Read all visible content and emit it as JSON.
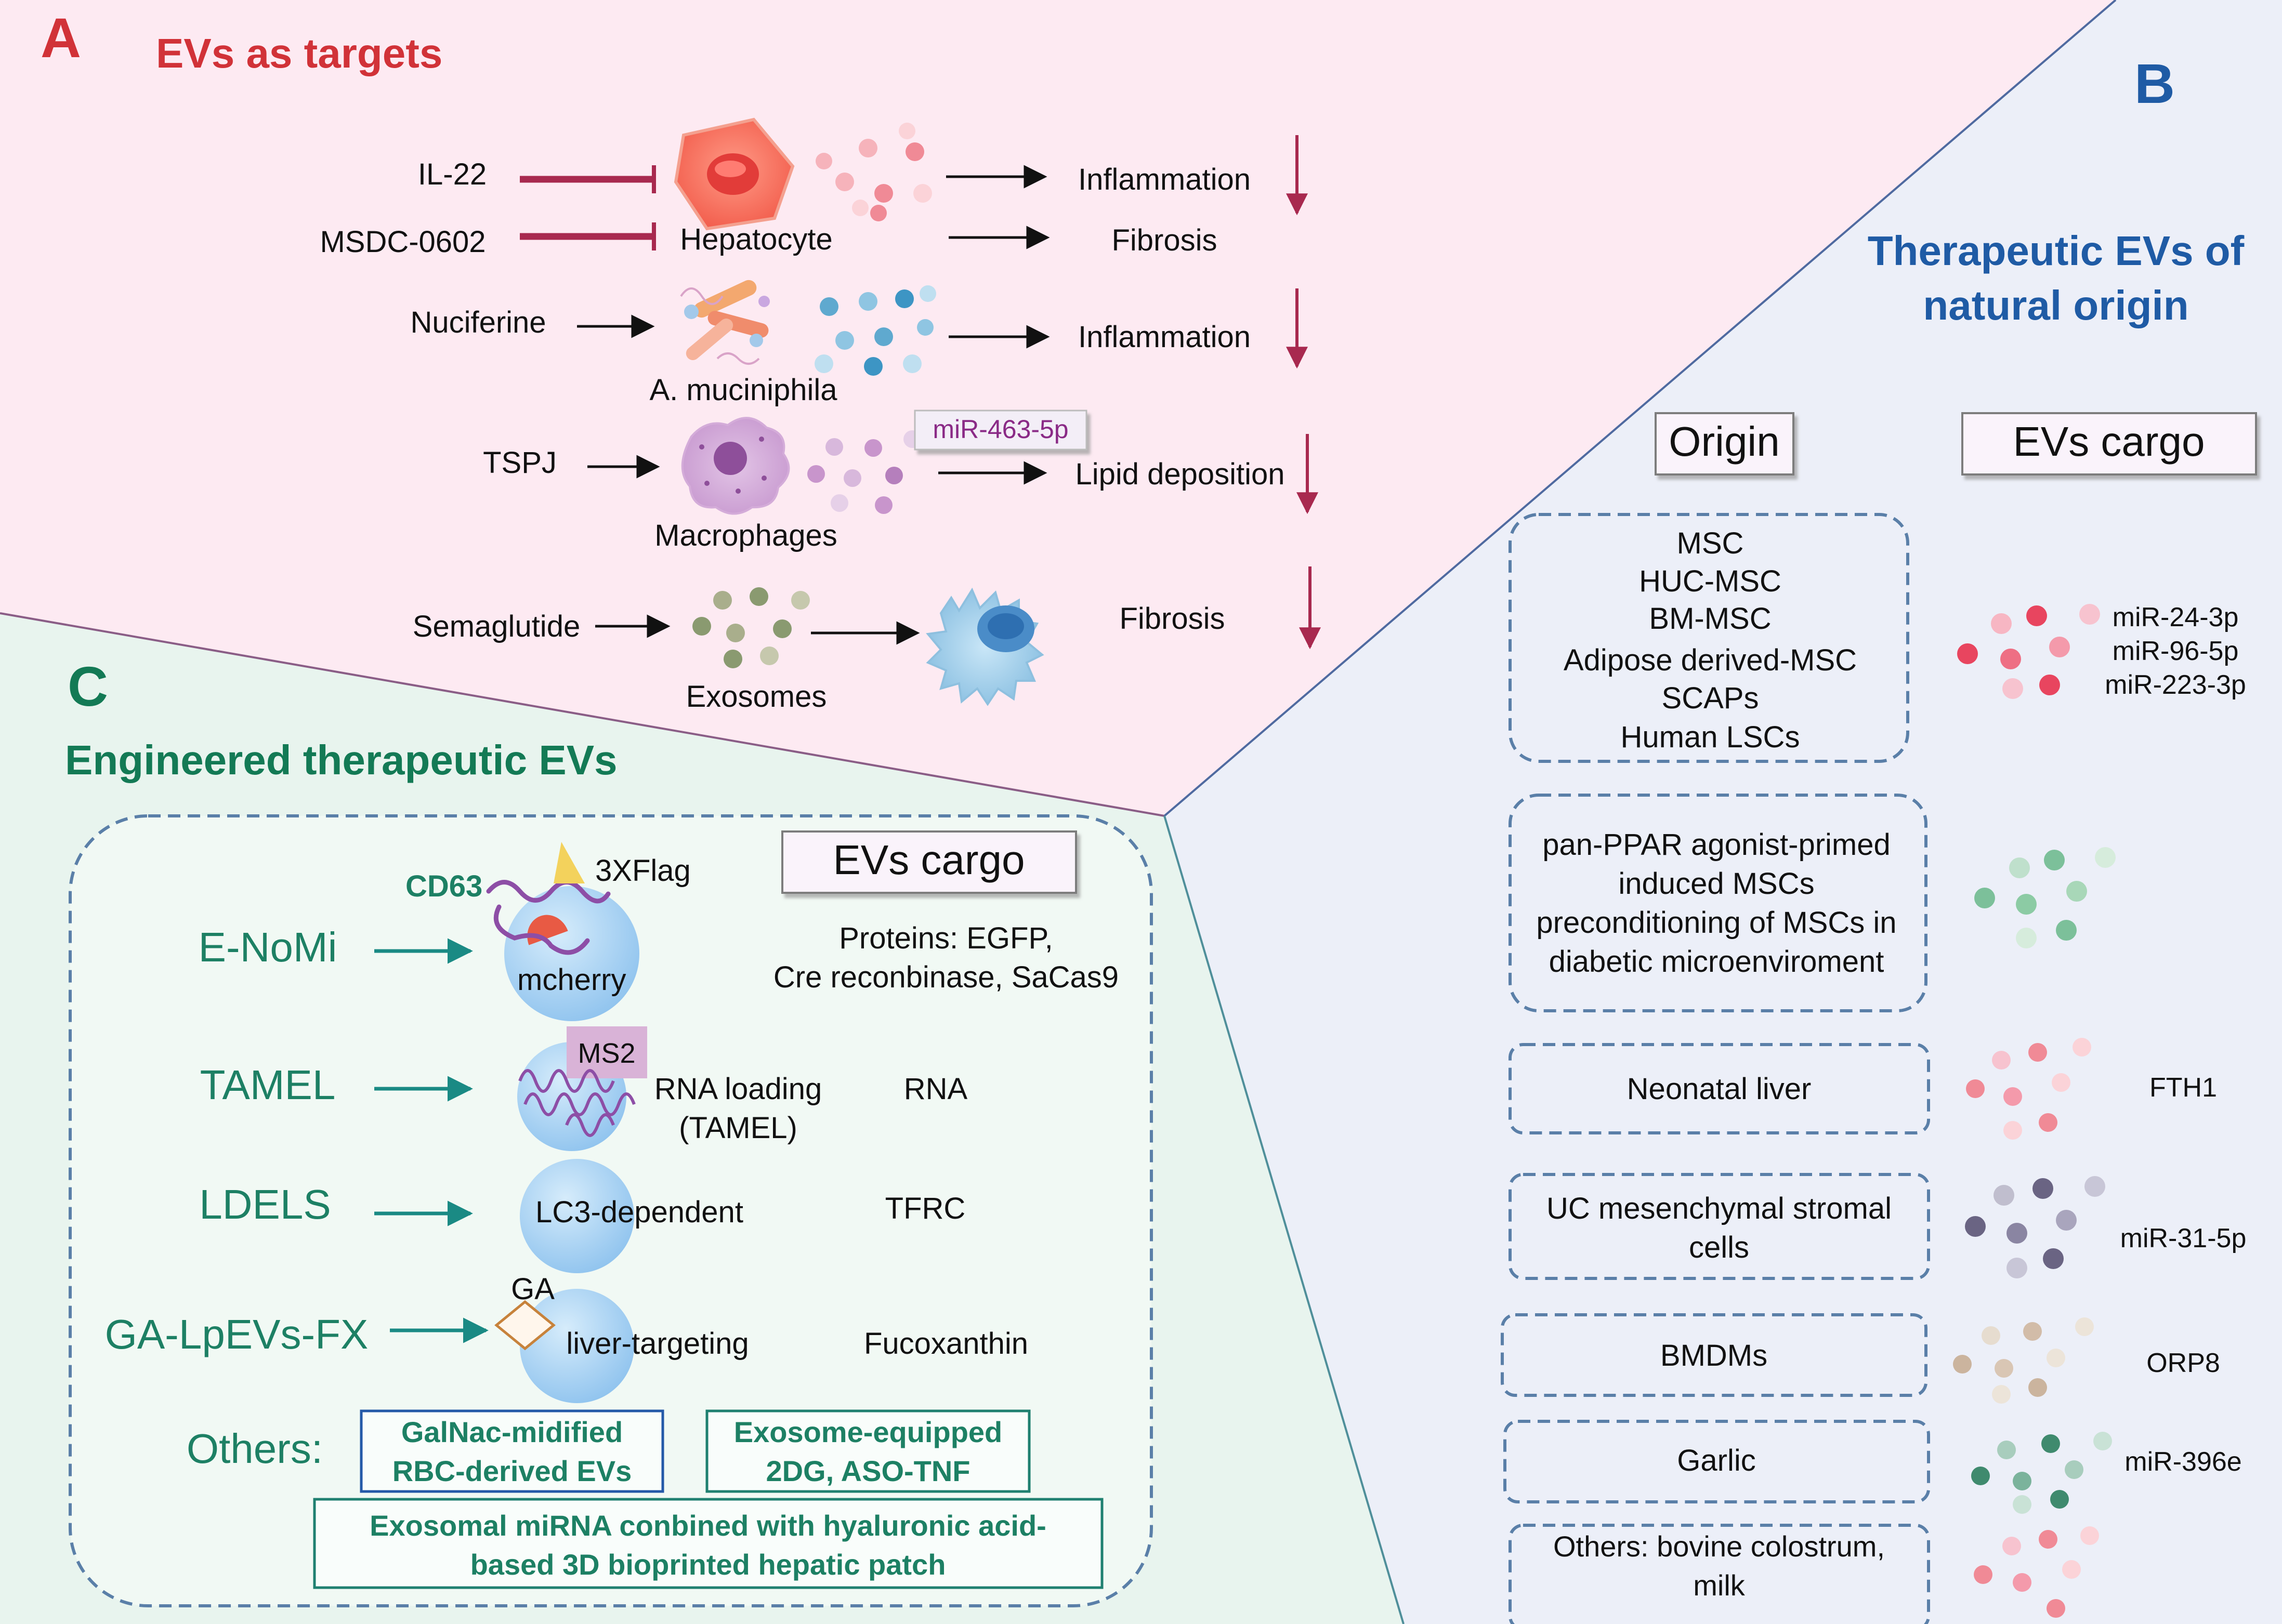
{
  "colors": {
    "panel_a_bg": "#fdeaf2",
    "panel_b_bg": "#eceff8",
    "panel_c_bg": "#eaf4ef",
    "panel_c_inner": "#f6fbf8",
    "letter_a": "#d13238",
    "letter_b": "#1f5ba5",
    "letter_c": "#137a55",
    "title_a": "#d13238",
    "title_b": "#1f5ba5",
    "title_c": "#137a55",
    "inhibit": "#a8294f",
    "down_arrow": "#a8294f",
    "dash_border": "#5a7fa8",
    "teal_arrow": "#1a8a84",
    "teal_text": "#1d8064",
    "label_box_border": "#6f6f6f",
    "label_box_fill": "#faf3fb",
    "mir_text": "#8a2a86",
    "ev_sphere": "#a9d2f2",
    "flag_yellow": "#f3d25c",
    "mcherry_red": "#e85a44",
    "cd63_purple": "#8d4ea6",
    "ms2_box": "#d9b3d7",
    "ga_diamond": "#c7823b",
    "box_blue": "#2459a8",
    "box_teal": "#1f8070"
  },
  "panel_a": {
    "letter": "A",
    "title": "EVs as targets",
    "row1_input": "IL-22",
    "row2_input": "MSDC-0602",
    "hepatocyte_label": "Hepatocyte",
    "row1_output": "Inflammation",
    "row2_output": "Fibrosis",
    "row3_input": "Nuciferine",
    "row3_cell": "A. muciniphila",
    "row3_output": "Inflammation",
    "row4_input": "TSPJ",
    "row4_cell": "Macrophages",
    "row4_mirna": "miR-463-5p",
    "row4_output": "Lipid deposition",
    "row5_input": "Semaglutide",
    "row5_cell": "Exosomes",
    "row5_output": "Fibrosis"
  },
  "panel_b": {
    "letter": "B",
    "title_line1": "Therapeutic EVs of",
    "title_line2": "natural origin",
    "header_origin": "Origin",
    "header_cargo": "EVs cargo",
    "group1": [
      "MSC",
      "HUC-MSC",
      "BM-MSC",
      "Adipose derived-MSC",
      "SCAPs",
      "Human LSCs"
    ],
    "group1_cargo": [
      "miR-24-3p",
      "miR-96-5p",
      "miR-223-3p"
    ],
    "group2": [
      "pan-PPAR agonist-primed",
      "induced MSCs",
      "preconditioning of MSCs in",
      "diabetic microenviroment"
    ],
    "group3": "Neonatal liver",
    "group3_cargo": "FTH1",
    "group4_line1": "UC mesenchymal stromal",
    "group4_line2": "cells",
    "group4_cargo": "miR-31-5p",
    "group5": "BMDMs",
    "group5_cargo": "ORP8",
    "group6": "Garlic",
    "group6_cargo": "miR-396e",
    "group7_line1": "Others: bovine colostrum,",
    "group7_line2": "milk"
  },
  "panel_c": {
    "letter": "C",
    "title": "Engineered therapeutic EVs",
    "cargo_header": "EVs cargo",
    "enomi": {
      "name": "E-NoMi",
      "cd63": "CD63",
      "flag": "3XFlag",
      "mcherry": "mcherry",
      "cargo_line1": "Proteins: EGFP,",
      "cargo_line2": "Cre reconbinase, SaCas9"
    },
    "tamel": {
      "name": "TAMEL",
      "ms2": "MS2",
      "label_line1": "RNA loading",
      "label_line2": "(TAMEL)",
      "cargo": "RNA"
    },
    "ldels": {
      "name": "LDELS",
      "label": "LC3-dependent",
      "cargo": "TFRC"
    },
    "galpevs": {
      "name": "GA-LpEVs-FX",
      "ga": "GA",
      "label": "liver-targeting",
      "cargo": "Fucoxanthin"
    },
    "others_label": "Others:",
    "box1_line1": "GalNac-midified",
    "box1_line2": "RBC-derived EVs",
    "box2_line1": "Exosome-equipped",
    "box2_line2": "2DG, ASO-TNF",
    "box3_line1": "Exosomal miRNA conbined with hyaluronic acid-",
    "box3_line2": "based 3D bioprinted hepatic patch"
  }
}
